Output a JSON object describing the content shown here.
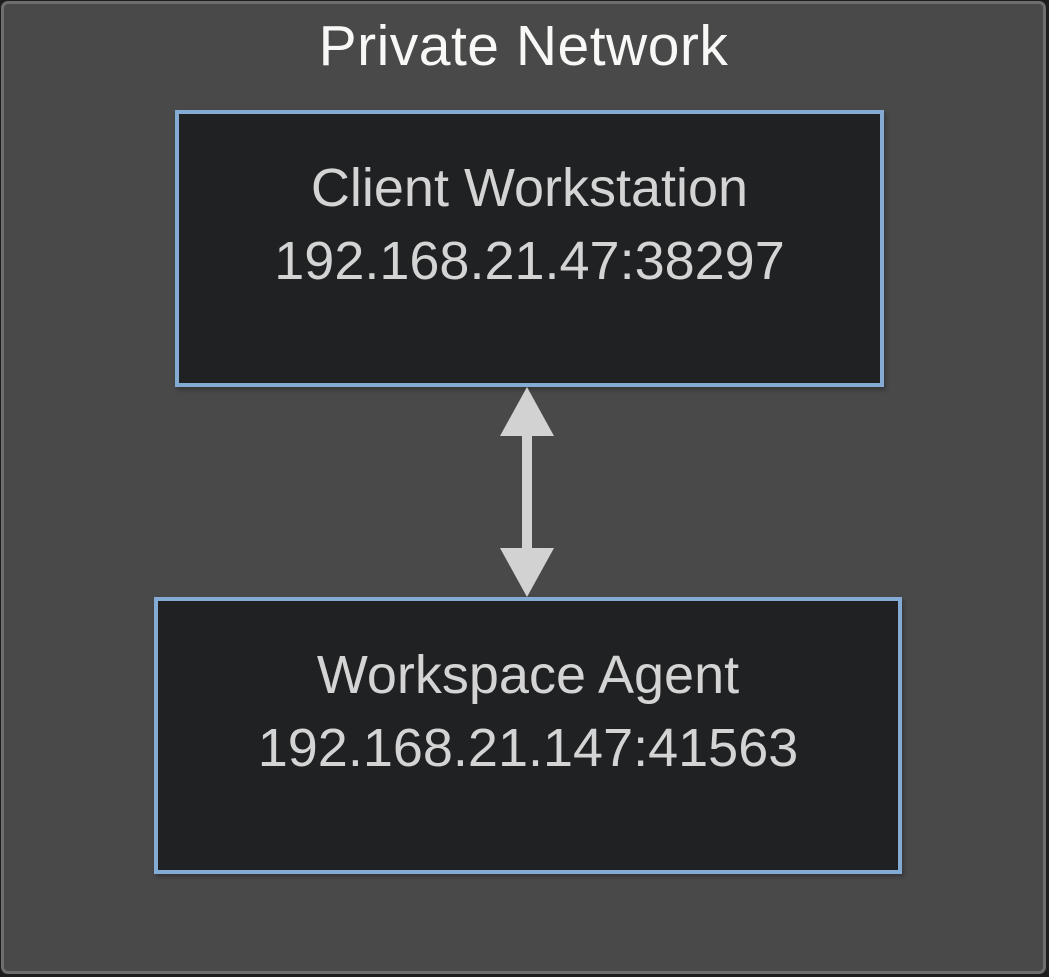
{
  "diagram": {
    "title": "Private Network",
    "nodes": [
      {
        "id": "client-workstation",
        "label": "Client Workstation",
        "address": "192.168.21.47:38297"
      },
      {
        "id": "workspace-agent",
        "label": "Workspace Agent",
        "address": "192.168.21.147:41563"
      }
    ],
    "edges": [
      {
        "from": "client-workstation",
        "to": "workspace-agent",
        "bidirectional": true,
        "icon": "bidirectional-vertical-arrow"
      }
    ],
    "colors": {
      "background": "#494949",
      "outer_border": "#6e6e6e",
      "page_edge": "#1d1d1d",
      "node_fill": "#1f2123",
      "node_border": "#84abd3",
      "node_text": "#d4d4d4",
      "title_text": "#f8f8f6",
      "arrow": "#d2d2d2"
    }
  }
}
